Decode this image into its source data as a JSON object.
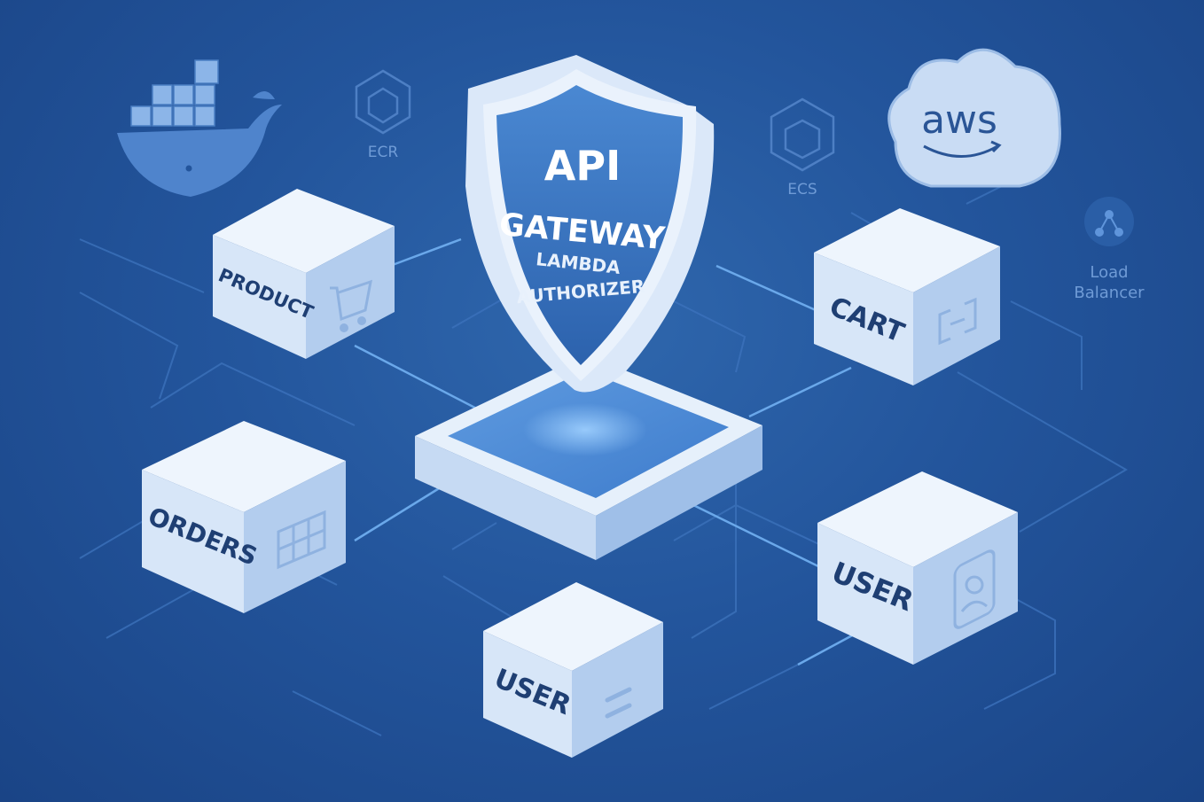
{
  "gateway": {
    "title_line1": "API",
    "title_line2": "GATEWAY",
    "subtitle_line1": "LAMBDA",
    "subtitle_line2": "AUTHORIZER"
  },
  "services": {
    "product": "PRODUCT",
    "cart": "CART",
    "orders": "ORDERS",
    "user_bottom": "USER",
    "user_right": "USER"
  },
  "background": {
    "ecr": "ECR",
    "ecs": "ECS",
    "aws": "aws",
    "load_balancer_line1": "Load",
    "load_balancer_line2": "Balancer"
  },
  "colors": {
    "background": "#23559c",
    "cube_front": "#d7e6f8",
    "cube_top": "#eef5fd",
    "cube_side": "#b3cdee",
    "shield": "#3b78c6",
    "connector": "#5a9ae0"
  },
  "icons": [
    "docker-whale-icon",
    "ecr-cube-icon",
    "ecs-cube-icon",
    "aws-cloud-icon",
    "load-balancer-icon",
    "shopping-cart-icon",
    "bracket-icon",
    "grid-icon",
    "user-avatar-icon",
    "menu-lines-icon"
  ]
}
